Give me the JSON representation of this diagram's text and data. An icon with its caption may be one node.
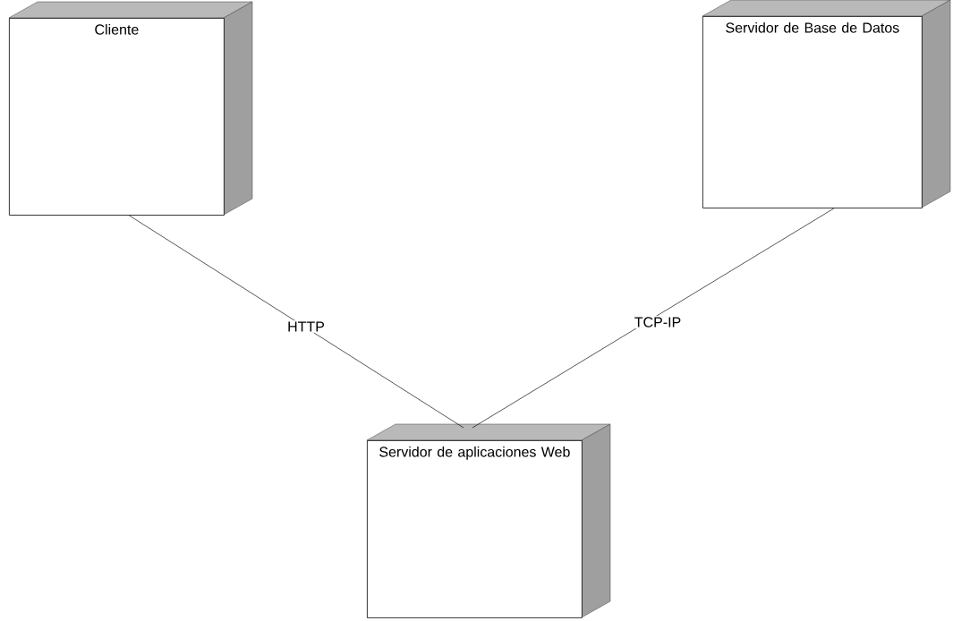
{
  "diagram": {
    "nodes": [
      {
        "text": [
          "Cliente"
        ]
      },
      {
        "text": [
          "Servidor de Base de Datos"
        ]
      },
      {
        "text": [
          "Servidor de aplicaciones Web"
        ]
      }
    ],
    "edges": [
      {
        "from": 0,
        "to": 2,
        "arrow": "none",
        "label": "HTTP"
      },
      {
        "from": 1,
        "to": 2,
        "arrow": "none",
        "label": "TCP-IP"
      }
    ]
  }
}
